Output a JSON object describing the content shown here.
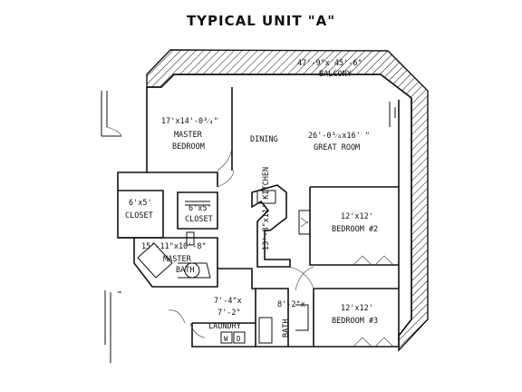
{
  "title": "TYPICAL UNIT \"A\"",
  "rooms": {
    "balcony_dims": "47'-9\"x 45'-6\"",
    "balcony": "BALCONY",
    "master_dims": "17'x14'-0³⁄₄\"",
    "master_1": "MASTER",
    "master_2": "BEDROOM",
    "dining": "DINING",
    "great_dims": "26'-0³⁄₄x16' \"",
    "great": "GREAT ROOM",
    "closet1_dims": "6'x5'",
    "closet1": "CLOSET",
    "closet2_dims": "6'x5'",
    "closet2": "CLOSET",
    "bath_dims": "15'-11\"x10'-8\"",
    "bath_1": "MASTER",
    "bath_2": "BATH",
    "kitchen": "13'-8\"x11' KITCHEN",
    "bed2_dims": "12'x12'",
    "bed2": "BEDROOM #2",
    "bed3_dims": "12'x12'",
    "bed3": "BEDROOM #3",
    "laundry_dims_1": "7'-4\"x",
    "laundry_dims_2": "7'-2\"",
    "laundry": "LAUNDRY",
    "washer": "W",
    "dryer": "D",
    "bath2_dims": "8'-2\"x",
    "bath2": "BATH"
  },
  "colors": {
    "ink": "#111111",
    "paper": "#ffffff"
  }
}
